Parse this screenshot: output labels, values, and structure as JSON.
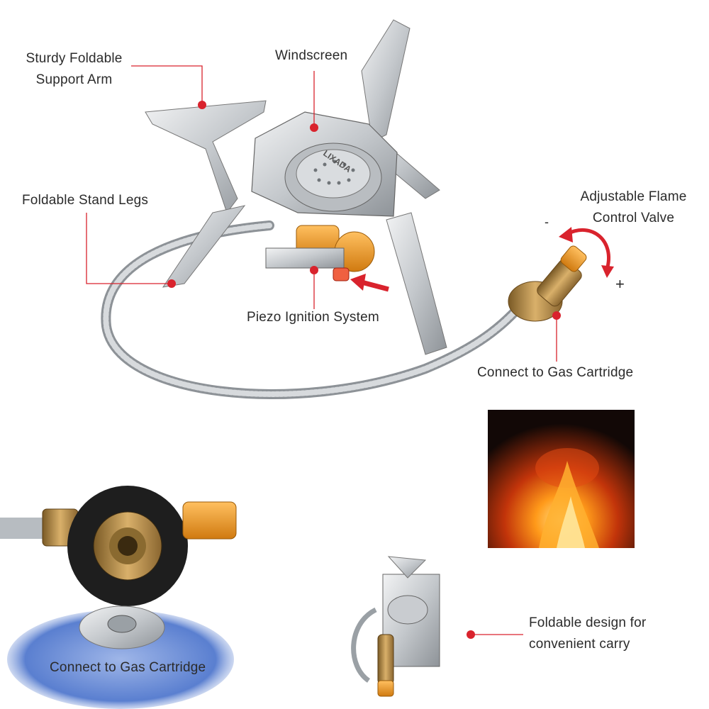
{
  "callouts": {
    "support_arm": [
      "Sturdy Foldable",
      "Support Arm"
    ],
    "windscreen": "Windscreen",
    "stand_legs": "Foldable Stand Legs",
    "flame_valve": [
      "Adjustable Flame",
      "Control Valve"
    ],
    "piezo": "Piezo Ignition System",
    "connect_main": "Connect to Gas Cartridge",
    "connect_detail": "Connect to Gas Cartridge",
    "foldable": [
      "Foldable design for",
      "convenient carry"
    ]
  },
  "valve_marks": {
    "minus": "-",
    "plus": "+"
  },
  "brand_mark": "LIXADA",
  "colors": {
    "accent": "#d9232d",
    "steel": "#c8ccd0",
    "brass": "#b08a4a",
    "orange_knob": "#f0a030",
    "flame_bg": "#120806"
  }
}
